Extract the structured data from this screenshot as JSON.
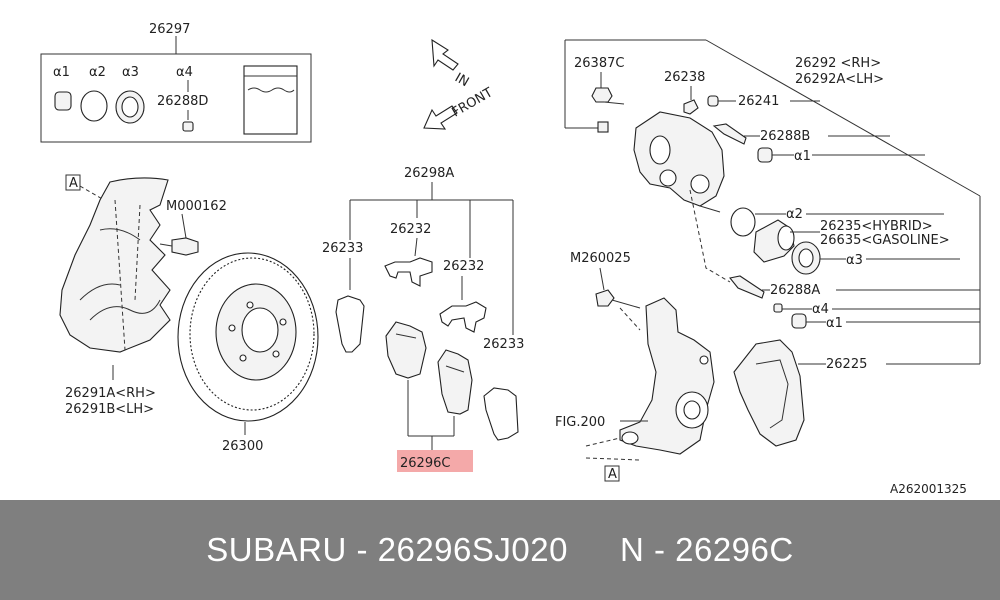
{
  "labels": {
    "kit": "26297",
    "a1": "α1",
    "a2": "α2",
    "a3": "α3",
    "a4": "α4",
    "kit_bolt": "26288D",
    "ref_a_top": "A",
    "ref_a_bottom": "A",
    "bolt_shield": "M000162",
    "shield_rh": "26291A<RH>",
    "shield_lh": "26291B<LH>",
    "rotor": "26300",
    "dir_in": "IN",
    "dir_front": "FRONT",
    "pad_kit": "26298A",
    "shim_l": "26233",
    "shim_r": "26233",
    "clip_top": "26232",
    "clip_mid": "26232",
    "pad_set": "26296C",
    "bolt_top": "26387C",
    "bleeder": "26238",
    "cap": "26241",
    "caliper_rh": "26292 <RH>",
    "caliper_lh": "26292A<LH>",
    "pin_b": "26288B",
    "seal_a2": "α2",
    "boot_a1_top": "α1",
    "piston_hybrid": "26235<HYBRID>",
    "piston_gasoline": "26635<GASOLINE>",
    "piston_boot_a3": "α3",
    "bolt_knuckle": "M260025",
    "pin_a": "26288A",
    "pin_a4": "α4",
    "pin_a1": "α1",
    "bracket": "26225",
    "fig_ref": "FIG.200",
    "diagram_code": "A262001325"
  },
  "footer": {
    "left": "SUBARU - 26296SJ020",
    "right": "N - 26296C"
  },
  "colors": {
    "highlight": "#f4a9a9",
    "footer_bg": "#7f7f7f",
    "footer_text": "#ffffff"
  }
}
